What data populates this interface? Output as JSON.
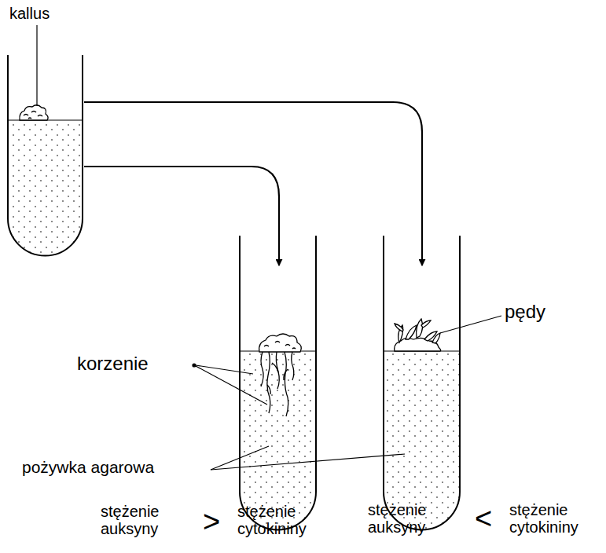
{
  "diagram": {
    "labels": [
      "kallus",
      "pędy",
      "korzenie",
      "pożywka agarowa",
      "stężenie auksyny",
      ">",
      "stężenie cytokininy",
      "stężenie auksyny",
      "<",
      "stężenie cytokininy"
    ]
  }
}
